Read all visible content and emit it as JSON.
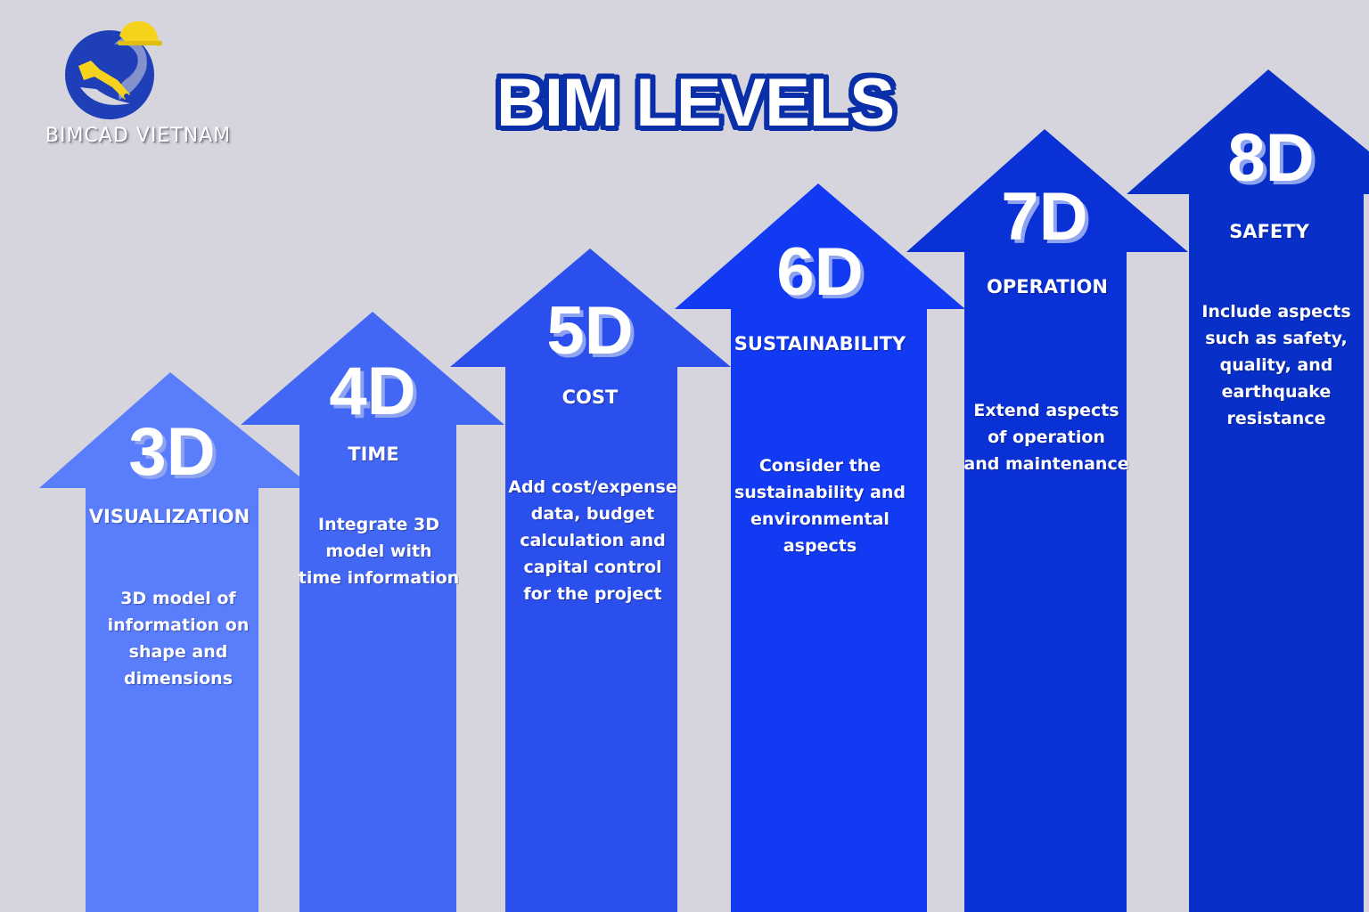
{
  "brand": {
    "name": "BIMCAD VIETNAM",
    "logo_icon": "hardhat-wrench-globe-logo",
    "colors": {
      "blue": "#1f3fb8",
      "yellow": "#f5d21c"
    }
  },
  "title": "BIM LEVELS",
  "colors": {
    "background": "#d6d5de",
    "title_outline": "#0a2fa8",
    "code_shadow": "#8fa4ee"
  },
  "levels": [
    {
      "code": "3D",
      "name": "VISUALIZATION",
      "description": "3D model of information on shape and dimensions",
      "desc_lines": [
        "3D model of",
        "information on",
        "shape and",
        "dimensions"
      ],
      "color": "#5a7dfc"
    },
    {
      "code": "4D",
      "name": "TIME",
      "description": "Integrate 3D model with time information",
      "desc_lines": [
        "Integrate 3D",
        "model with",
        "time information"
      ],
      "color": "#4367f5"
    },
    {
      "code": "5D",
      "name": "COST",
      "description": "Add cost/expense data, budget calculation and capital control for the project",
      "desc_lines": [
        "Add cost/expense",
        "data, budget",
        "calculation and",
        "capital control",
        "for the project"
      ],
      "color": "#2b4fec"
    },
    {
      "code": "6D",
      "name": "SUSTAINABILITY",
      "description": "Consider the sustainability and environmental aspects",
      "desc_lines": [
        "Consider the",
        "sustainability and",
        "environmental",
        "aspects"
      ],
      "color": "#133af3"
    },
    {
      "code": "7D",
      "name": "OPERATION",
      "description": "Extend aspects of operation and maintenance",
      "desc_lines": [
        "Extend aspects",
        "of operation",
        "and maintenance"
      ],
      "color": "#0a31d6"
    },
    {
      "code": "8D",
      "name": "SAFETY",
      "description": "Include aspects such as safety, quality, and earthquake resistance",
      "desc_lines": [
        "Include aspects",
        "such as safety,",
        "quality, and",
        "earthquake",
        "resistance"
      ],
      "color": "#0830c8"
    }
  ]
}
